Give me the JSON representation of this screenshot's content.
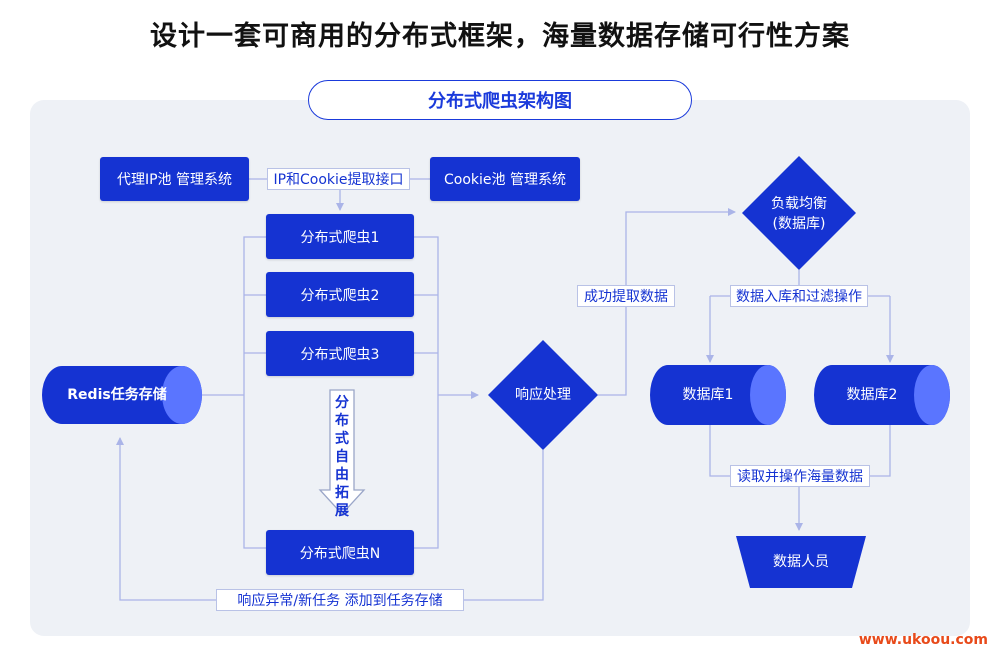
{
  "title": "设计一套可商用的分布式框架，海量数据存储可行性方案",
  "diagram_title": "分布式爬虫架构图",
  "nodes": {
    "proxy_pool": "代理IP池 管理系统",
    "cookie_pool": "Cookie池 管理系统",
    "crawler1": "分布式爬虫1",
    "crawler2": "分布式爬虫2",
    "crawler3": "分布式爬虫3",
    "crawlerN": "分布式爬虫N",
    "redis": "Redis任务存储",
    "response": "响应处理",
    "load_balance": "负载均衡\n(数据库)",
    "db1": "数据库1",
    "db2": "数据库2",
    "data_staff": "数据人员"
  },
  "edge_labels": {
    "ip_cookie_api": "IP和Cookie提取接口",
    "extract_success": "成功提取数据",
    "store_filter": "数据入库和过滤操作",
    "read_operate": "读取并操作海量数据",
    "exception_new_task": "响应异常/新任务  添加到任务存储",
    "scale_out": "分布式自由拓展"
  },
  "watermark": "www.ukoou.com",
  "colors": {
    "node_fill": "#1533d2",
    "accent": "#1a3adb",
    "line": "#aab4e8",
    "panel": "#eef1f6"
  }
}
